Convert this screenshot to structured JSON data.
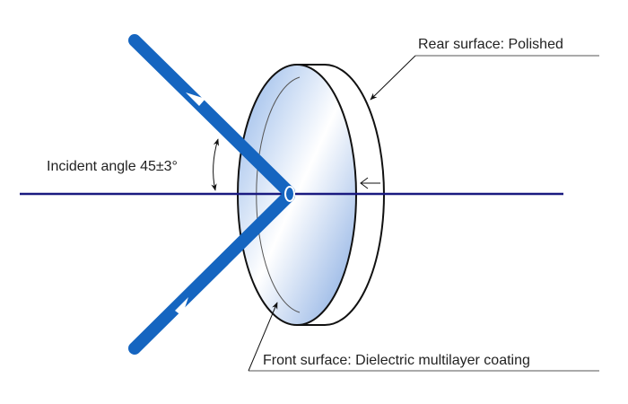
{
  "labels": {
    "incident_angle": "Incident angle 45±3°",
    "rear_surface": "Rear surface: Polished",
    "front_surface": "Front surface: Dielectric multilayer coating"
  },
  "colors": {
    "beam": "#1565c0",
    "axis": "#1a1a80",
    "lens_edge": "#111111"
  }
}
